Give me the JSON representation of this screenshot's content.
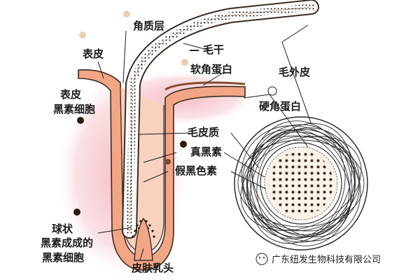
{
  "labels": {
    "stratum_corneum": "角质层",
    "epidermis": "表皮",
    "hair_shaft": "毛干",
    "epidermal_melanocyte_line1": "表皮",
    "epidermal_melanocyte_line2": "黑素细胞",
    "soft_keratin": "软角蛋白",
    "cuticle": "毛外皮",
    "hard_keratin": "硬角蛋白",
    "cortex": "毛皮质",
    "eumelanin": "真黑素",
    "pheomelanin": "假黑色素",
    "bulb_melanocyte_line1": "球状",
    "bulb_melanocyte_line2": "黑素成成的",
    "bulb_melanocyte_line3": "黑素细胞",
    "dermal_papilla": "皮肤乳头"
  },
  "watermark": {
    "text": "广东纽发生物科技有限公司"
  },
  "colors": {
    "skin_fill": "#f2a686",
    "skin_light": "#f8d2bf",
    "glow": "#f4b8c2",
    "outline": "#3a2a20",
    "hair_dots": "#3b2a1e",
    "melanocyte": "#2a1a10"
  }
}
